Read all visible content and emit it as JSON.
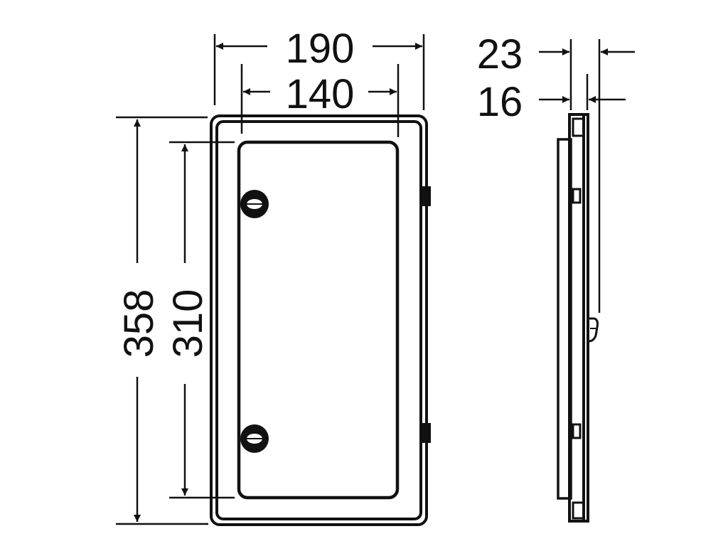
{
  "drawing": {
    "title": "Enclosure door dimension drawing",
    "colors": {
      "stroke": "#111111",
      "background": "#ffffff"
    },
    "front_view": {
      "dimensions": {
        "outer_width": "190",
        "inner_width": "140",
        "outer_height": "358",
        "inner_height": "310"
      },
      "features": [
        "outer-frame",
        "inner-window",
        "hinge-top",
        "hinge-bottom",
        "latch-top",
        "latch-bottom"
      ]
    },
    "side_view": {
      "dimensions": {
        "outer_depth": "23",
        "inner_depth": "16"
      },
      "features": [
        "frame-profile",
        "door-plate",
        "clip-top",
        "clip-bottom",
        "latch-knob"
      ]
    }
  }
}
